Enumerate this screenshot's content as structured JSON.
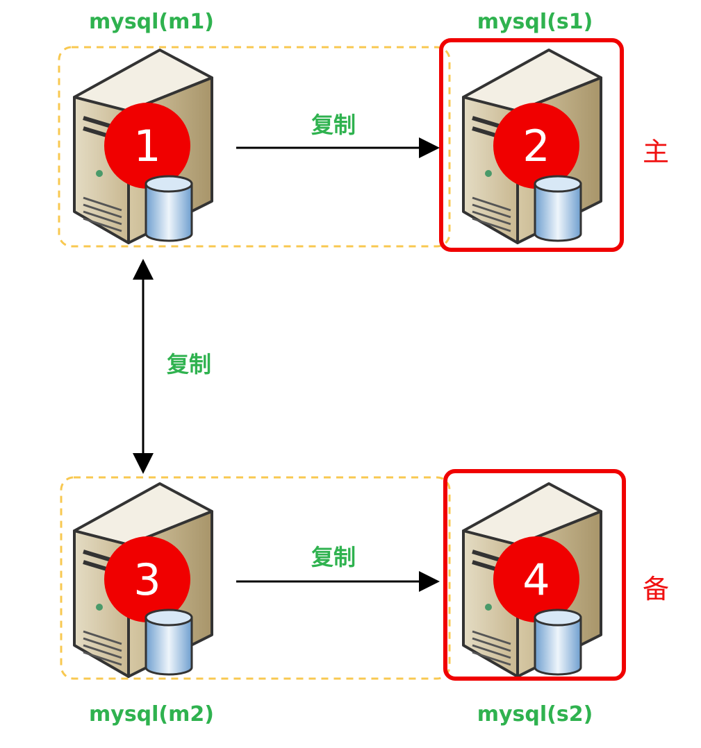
{
  "nodes": [
    {
      "id": 1,
      "label": "mysql(m1)",
      "number": "1"
    },
    {
      "id": 2,
      "label": "mysql(s1)",
      "number": "2"
    },
    {
      "id": 3,
      "label": "mysql(m2)",
      "number": "3"
    },
    {
      "id": 4,
      "label": "mysql(s2)",
      "number": "4"
    }
  ],
  "edges": [
    {
      "from": "1",
      "to": "2",
      "label": "复制"
    },
    {
      "from": "1",
      "to": "3",
      "label": "复制",
      "bidirectional": true
    },
    {
      "from": "3",
      "to": "4",
      "label": "复制"
    }
  ],
  "roles": {
    "primary": "主",
    "standby": "备"
  },
  "colors": {
    "label": "#2fb24f",
    "highlight": "#f01010",
    "group_border": "#f8c850"
  }
}
